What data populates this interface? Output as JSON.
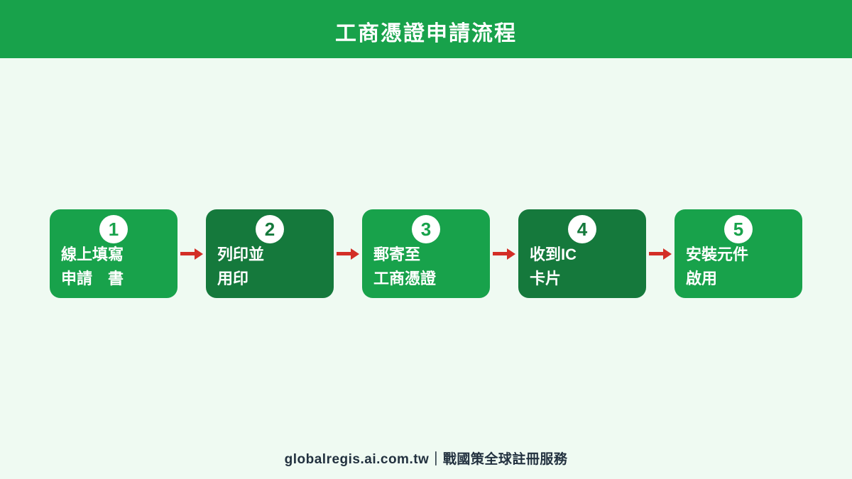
{
  "title": "工商憑證申請流程",
  "steps": [
    {
      "number": "1",
      "line1": "線上填寫",
      "line2": "申請　書",
      "variant": "light"
    },
    {
      "number": "2",
      "line1": "列印並",
      "line2": "用印",
      "variant": "dark"
    },
    {
      "number": "3",
      "line1": "郵寄至",
      "line2": "工商憑證",
      "variant": "light"
    },
    {
      "number": "4",
      "line1": "收到IC",
      "line2": "卡片",
      "variant": "dark"
    },
    {
      "number": "5",
      "line1": "安裝元件",
      "line2": "啟用",
      "variant": "light"
    }
  ],
  "footer": {
    "site": "globalregis.ai.com.tw",
    "separator": "｜",
    "brand": "戰國策全球註冊服務"
  },
  "colors": {
    "banner_green": "#18A24B",
    "box_green_light": "#18A24B",
    "box_green_dark": "#15793C",
    "background_mint": "#EFFAF2",
    "arrow_red": "#D32E26",
    "footer_text": "#22313F"
  }
}
